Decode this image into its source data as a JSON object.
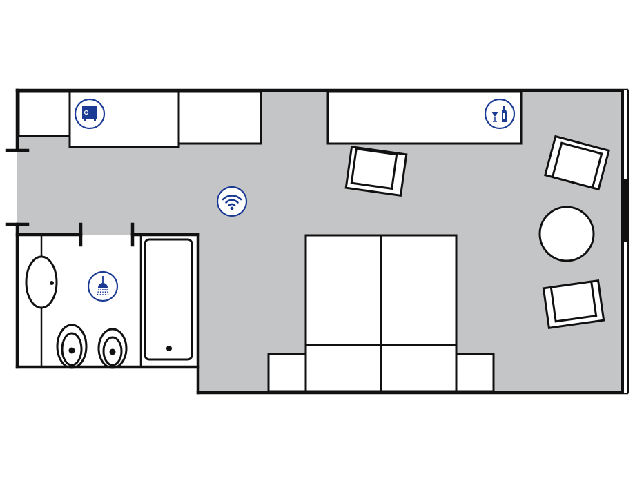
{
  "plan": {
    "colors": {
      "floor": "#c4c5c7",
      "wall": "#111111",
      "furniture": "#ffffff",
      "icon": "#1a3a94"
    },
    "icons": [
      "safe-icon",
      "wifi-icon",
      "shower-icon",
      "minibar-icon"
    ],
    "rooms": [
      "main-room",
      "bathroom",
      "entrance-hall"
    ]
  }
}
